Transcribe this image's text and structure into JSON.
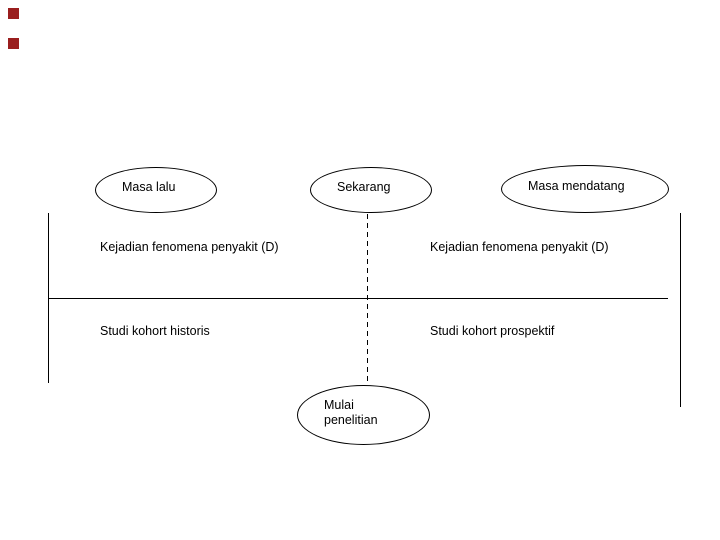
{
  "slide": {
    "background_color": "#ffffff",
    "line_color": "#000000",
    "decor_square_color": "#9a1e1e"
  },
  "timeline": {
    "past_label": "Masa lalu",
    "present_label": "Sekarang",
    "future_label": "Masa mendatang"
  },
  "regions": {
    "past_event_label": "Kejadian fenomena penyakit (D)",
    "future_event_label": "Kejadian fenomena penyakit (D)",
    "historical_study_label": "Studi kohort historis",
    "prospective_study_label": "Studi kohort prospektif"
  },
  "start": {
    "line1": "Mulai",
    "line2": "penelitian"
  }
}
